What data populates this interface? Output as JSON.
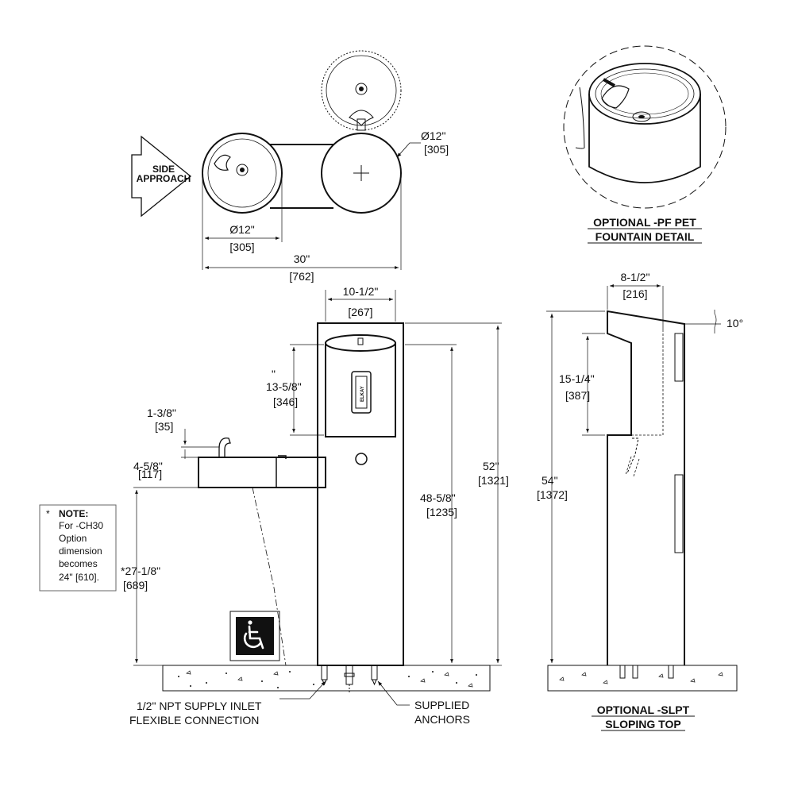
{
  "top_view": {
    "side_approach": [
      "SIDE",
      "APPROACH"
    ],
    "dia_right": [
      "Ø12\"",
      "[305]"
    ],
    "dia_left": [
      "Ø12\"",
      "[305]"
    ],
    "overall_width": [
      "30\"",
      "[762]"
    ]
  },
  "pet_detail": {
    "caption": [
      "OPTIONAL -PF PET",
      "FOUNTAIN DETAIL"
    ]
  },
  "front_view": {
    "top_width": [
      "10-1/2\"",
      "[267]"
    ],
    "stray_mark": "\"",
    "bottle_height": [
      "13-5/8\"",
      "[346]"
    ],
    "spout_height": [
      "1-3/8\"",
      "[35]"
    ],
    "bowl_height": [
      "4-5/8\"",
      "[117]"
    ],
    "bowl_rim_height": [
      "*27-1/8\"",
      "[689]"
    ],
    "filler_height": [
      "48-5/8\"",
      "[1235]"
    ],
    "overall_height": [
      "52\"",
      "[1321]"
    ],
    "supply_inlet": [
      "1/2\" NPT SUPPLY INLET",
      "FLEXIBLE CONNECTION"
    ],
    "anchors": [
      "SUPPLIED",
      "ANCHORS"
    ],
    "bottle_logo_text": "ELKAY"
  },
  "note": {
    "marker": "*",
    "title": "NOTE:",
    "lines": [
      "For -CH30",
      "Option",
      "dimension",
      "becomes",
      "24\" [610]."
    ]
  },
  "side_view": {
    "top_depth": [
      "8-1/2\"",
      "[216]"
    ],
    "angle": "10°",
    "recess_height": [
      "15-1/4\"",
      "[387]"
    ],
    "overall_height": [
      "54\"",
      "[1372]"
    ],
    "caption": [
      "OPTIONAL -SLPT",
      "SLOPING TOP"
    ]
  }
}
